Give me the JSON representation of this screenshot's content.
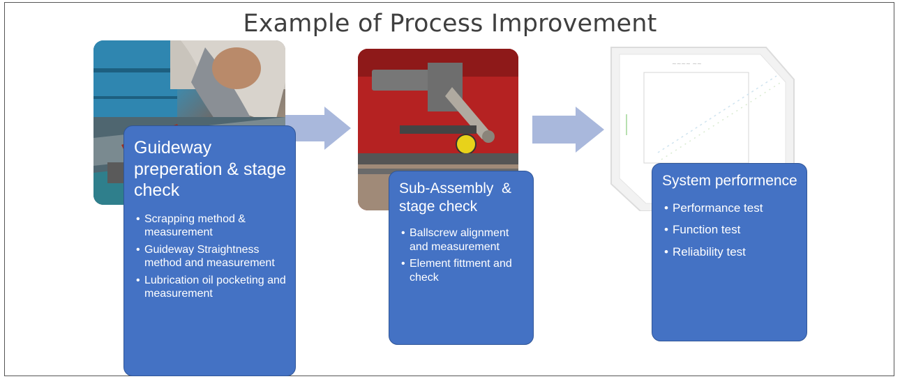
{
  "title": "Example of Process Improvement",
  "colors": {
    "box_fill": "#4472c4",
    "box_border": "#2f5597",
    "arrow": "#a9b8dc",
    "title": "#3f3f3f"
  },
  "steps": [
    {
      "heading": "Guideway preperation & stage check",
      "bullets": [
        "Scrapping method & measurement",
        "Guideway Straightness method and measurement",
        "Lubrication oil pocketing and measurement"
      ]
    },
    {
      "heading": "Sub-Assembly  & stage check",
      "bullets": [
        "Ballscrew alignment and measurement",
        "Element fittment and check"
      ]
    },
    {
      "heading": "System performence",
      "bullets": [
        "Performance test",
        "Function test",
        "Reliability test"
      ]
    }
  ],
  "bullet_glyph": "•"
}
